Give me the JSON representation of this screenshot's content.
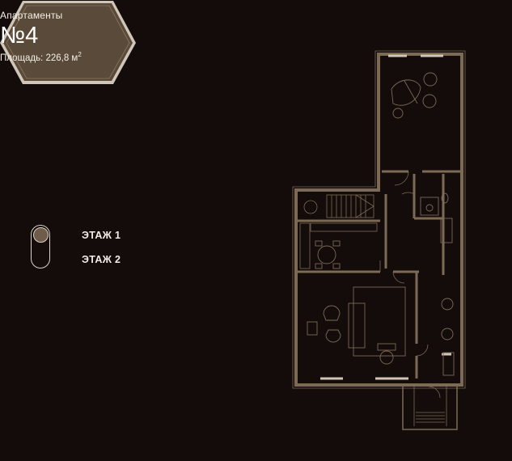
{
  "apartment": {
    "caption": "Апартаменты",
    "number": "№4",
    "area_label": "Площадь: 226,8 м",
    "area_unit_sup": "2"
  },
  "floors": {
    "items": [
      {
        "label": "ЭТАЖ 1",
        "selected": true
      },
      {
        "label": "ЭТАЖ 2",
        "selected": false
      }
    ]
  },
  "colors": {
    "background": "#130c0a",
    "badge_fill": "#5a4a39",
    "badge_border": "#cfc6b8",
    "plan_line": "#7d6a55",
    "toggle_knob": "#6f5c4a"
  }
}
